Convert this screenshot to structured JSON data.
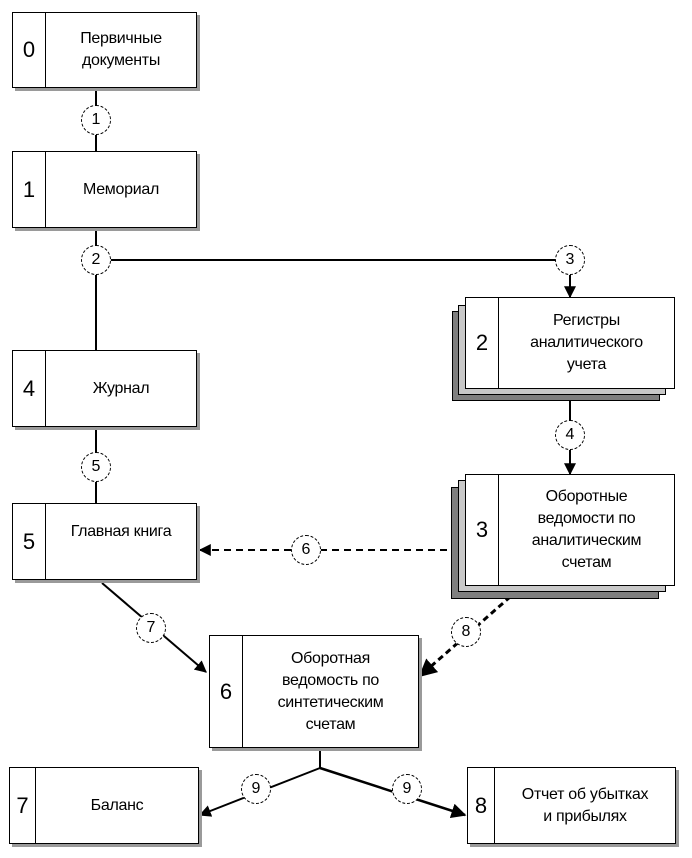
{
  "diagram": {
    "title": "",
    "nodes": [
      {
        "id": "0",
        "num": "0",
        "label": "Первичные\nдокументы",
        "stacked": false
      },
      {
        "id": "1",
        "num": "1",
        "label": "Мемориал",
        "stacked": false
      },
      {
        "id": "2",
        "num": "2",
        "label": "Регистры\nаналитического\nучета",
        "stacked": true
      },
      {
        "id": "3",
        "num": "3",
        "label": "Оборотные\nведомости по\nаналитическим\nсчетам",
        "stacked": true
      },
      {
        "id": "4",
        "num": "4",
        "label": "Журнал",
        "stacked": false
      },
      {
        "id": "5",
        "num": "5",
        "label": "Главная книга",
        "stacked": false
      },
      {
        "id": "6",
        "num": "6",
        "label": "Оборотная\nведомость по\nсинтетическим\nсчетам",
        "stacked": false
      },
      {
        "id": "7",
        "num": "7",
        "label": "Баланс",
        "stacked": false
      },
      {
        "id": "8",
        "num": "8",
        "label": "Отчет об убытках\nи прибылях",
        "stacked": false
      }
    ],
    "edges": [
      {
        "step": "1",
        "from": "0",
        "to": "1",
        "style": "solid"
      },
      {
        "step": "2",
        "from": "1",
        "to": "4",
        "style": "solid"
      },
      {
        "step": "3",
        "from": "1",
        "to": "2",
        "style": "solid-arrow"
      },
      {
        "step": "4",
        "from": "2",
        "to": "3",
        "style": "solid-arrow"
      },
      {
        "step": "5",
        "from": "4",
        "to": "5",
        "style": "solid"
      },
      {
        "step": "6",
        "from": "5",
        "to": "3",
        "style": "dashed-bidirectional"
      },
      {
        "step": "7",
        "from": "5",
        "to": "6",
        "style": "solid-arrow"
      },
      {
        "step": "8",
        "from": "3",
        "to": "6",
        "style": "dashed-arrow"
      },
      {
        "step": "9",
        "from": "6",
        "to": "7",
        "style": "solid-arrow"
      },
      {
        "step": "9",
        "from": "6",
        "to": "8",
        "style": "solid-arrow"
      }
    ]
  }
}
